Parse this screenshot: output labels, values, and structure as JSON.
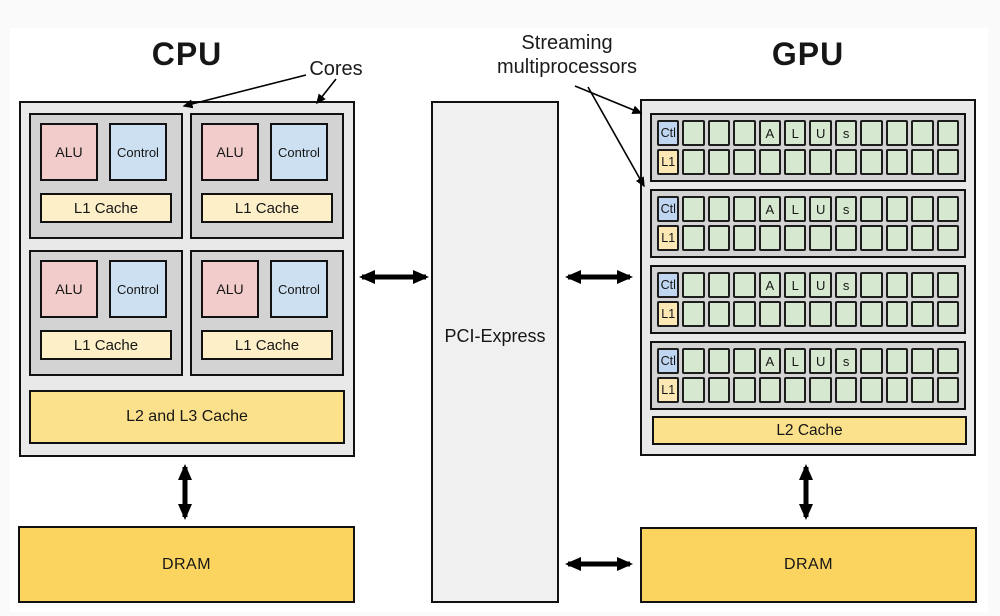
{
  "page": {
    "background": "#fafafa",
    "canvas_background": "#ffffff"
  },
  "labels": {
    "cpu_title": "CPU",
    "gpu_title": "GPU",
    "cores_annotation": "Cores",
    "sm_annotation_line1": "Streaming",
    "sm_annotation_line2": "multiprocessors",
    "pcie": "PCI-Express"
  },
  "cpu": {
    "core_count": 4,
    "core": {
      "alu": "ALU",
      "control": "Control",
      "l1": "L1 Cache"
    },
    "l2_label": "L2 and L3 Cache",
    "dram_label": "DRAM"
  },
  "gpu": {
    "sm_count": 4,
    "sm": {
      "ctl": "Ctl",
      "l1": "L1",
      "columns": 12,
      "rows": 2,
      "alu_letters": {
        "4": "A",
        "5": "L",
        "6": "U",
        "7": "s"
      }
    },
    "l2_label": "L2 Cache",
    "dram_label": "DRAM"
  },
  "colors": {
    "chip_gray": "#e9e9e9",
    "unit_gray": "#d3d3d3",
    "pcie_gray": "#f0f0f0",
    "alu_pink": "#f2cccb",
    "control_blue": "#cce0f2",
    "l1_cream": "#fdf0c8",
    "ctl_blue": "#bfd5f0",
    "sm_l1_cream": "#fce8b4",
    "cell_green": "#d6e8cf",
    "cache_gold": "#fbe18b",
    "dram_gold": "#fbd45f",
    "line_black": "#000000"
  }
}
